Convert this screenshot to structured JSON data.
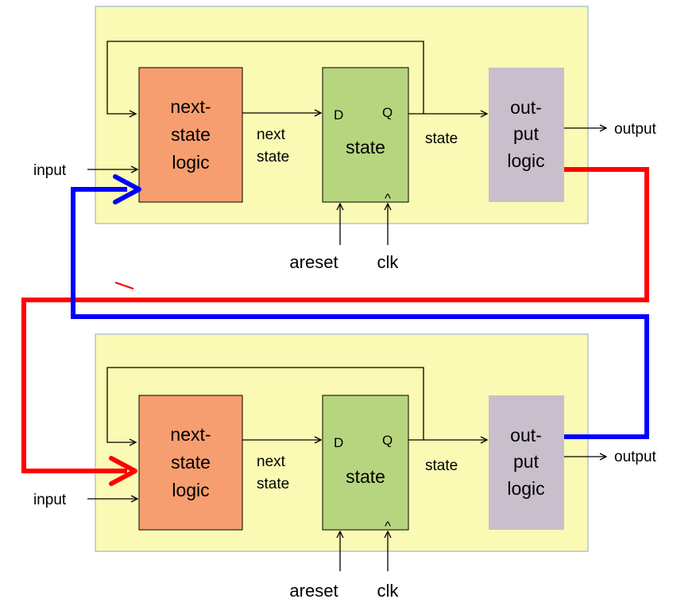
{
  "colors": {
    "panel_fill": "#fafab4",
    "panel_border": "#9bb7d4",
    "next_state_logic_fill": "#f79e70",
    "state_register_fill": "#b7d57e",
    "output_logic_fill": "#c9bfcc",
    "red_wire": "#ff0000",
    "blue_wire": "#0000ff",
    "wire": "#000000"
  },
  "top_fsm": {
    "next_state_logic": {
      "line1": "next-",
      "line2": "state",
      "line3": "logic"
    },
    "state_register": {
      "label": "state",
      "pin_d": "D",
      "pin_q": "Q",
      "clock_mark": "^"
    },
    "output_logic": {
      "line1": "out-",
      "line2": "put",
      "line3": "logic"
    },
    "input_label": "input",
    "next_state_label": {
      "line1": "next",
      "line2": "state"
    },
    "state_label": "state",
    "output_label": "output",
    "areset_label": "areset",
    "clk_label": "clk"
  },
  "bottom_fsm": {
    "next_state_logic": {
      "line1": "next-",
      "line2": "state",
      "line3": "logic"
    },
    "state_register": {
      "label": "state",
      "pin_d": "D",
      "pin_q": "Q",
      "clock_mark": "^"
    },
    "output_logic": {
      "line1": "out-",
      "line2": "put",
      "line3": "logic"
    },
    "input_label": "input",
    "next_state_label": {
      "line1": "next",
      "line2": "state"
    },
    "state_label": "state",
    "output_label": "output",
    "areset_label": "areset",
    "clk_label": "clk"
  },
  "connections": [
    {
      "from": "top_fsm.output_logic",
      "to": "bottom_fsm.next_state_logic",
      "color": "red"
    },
    {
      "from": "bottom_fsm.output_logic",
      "to": "top_fsm.next_state_logic",
      "color": "blue"
    }
  ]
}
